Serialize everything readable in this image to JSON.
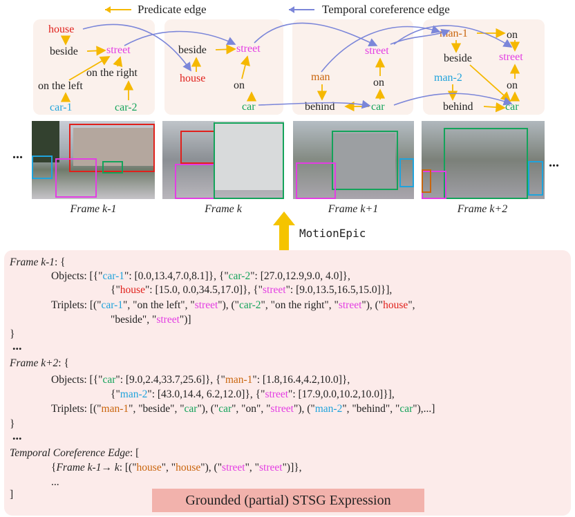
{
  "legend": {
    "predicate": "Predicate edge",
    "temporal": "Temporal coreference edge"
  },
  "colors": {
    "predicate_edge": "#f5b800",
    "temporal_edge": "#7b86d9",
    "panel_bg": "#fbf1ec",
    "bottom_bg": "#fcebea",
    "caption_bg": "#f2b2ac"
  },
  "graphs": {
    "k_minus_1": {
      "house": "house",
      "beside": "beside",
      "street": "street",
      "on_the_right": "on the right",
      "on_the_left": "on the left",
      "car1": "car-1",
      "car2": "car-2"
    },
    "k": {
      "beside": "beside",
      "street": "street",
      "house": "house",
      "on": "on",
      "car": "car"
    },
    "k_plus_1": {
      "street": "street",
      "man": "man",
      "on": "on",
      "behind": "behind",
      "car": "car"
    },
    "k_plus_2": {
      "man1": "man-1",
      "on_top": "on",
      "beside": "beside",
      "street": "street",
      "man2": "man-2",
      "on": "on",
      "behind": "behind",
      "car": "car"
    }
  },
  "frames": {
    "captions": [
      "Frame k-1",
      "Frame k",
      "Frame k+1",
      "Frame k+2"
    ],
    "ellipsis": "..."
  },
  "arrow_label": "MotionEpic",
  "expression": {
    "f1_head": "Frame k-1",
    "f1_open": ": {",
    "objects_label": "Objects: ",
    "triplets_label": "Triplets: ",
    "f1_obj_line1": [
      [
        "[{\"",
        ""
      ],
      [
        "car-1",
        "blue"
      ],
      [
        "\": [0.0,13.4,7.0,8.1]}, {\"",
        ""
      ],
      [
        "car-2",
        "green"
      ],
      [
        "\": [27.0,12.9,9.0, 4.0]},",
        ""
      ]
    ],
    "f1_obj_line2": [
      [
        "{\"",
        ""
      ],
      [
        "house",
        "red"
      ],
      [
        "\": [15.0, 0.0,34.5,17.0]}, {\"",
        ""
      ],
      [
        "street",
        "pink"
      ],
      [
        "\": [9.0,13.5,16.5,15.0]}],",
        ""
      ]
    ],
    "f1_trip_line1": [
      [
        "[(\"",
        ""
      ],
      [
        "car-1",
        "blue"
      ],
      [
        "\", \"on the left\", \"",
        ""
      ],
      [
        "street",
        "pink"
      ],
      [
        "\"), (\"",
        ""
      ],
      [
        "car-2",
        "green"
      ],
      [
        "\", \"on the right\", \"",
        ""
      ],
      [
        "street",
        "pink"
      ],
      [
        "\"), (\"",
        ""
      ],
      [
        "house",
        "red"
      ],
      [
        "\",",
        ""
      ]
    ],
    "f1_trip_line2": [
      [
        "\"beside\", \"",
        ""
      ],
      [
        "street",
        "pink"
      ],
      [
        "\")]",
        ""
      ]
    ],
    "close_brace": "}",
    "dots": "...",
    "f2_head": "Frame k+2",
    "f2_open": ": {",
    "f2_obj_line1": [
      [
        "[{\"",
        ""
      ],
      [
        "car",
        "green"
      ],
      [
        "\": [9.0,2.4,33.7,25.6]}, {\"",
        ""
      ],
      [
        "man-1",
        "orange"
      ],
      [
        "\": [1.8,16.4,4.2,10.0]},",
        ""
      ]
    ],
    "f2_obj_line2": [
      [
        "{\"",
        ""
      ],
      [
        "man-2",
        "blue"
      ],
      [
        "\": [43.0,14.4, 6.2,12.0]}, {\"",
        ""
      ],
      [
        "street",
        "pink"
      ],
      [
        "\": [17.9,0.0,10.2,10.0]}],",
        ""
      ]
    ],
    "f2_trip_line1": [
      [
        "[(\"",
        ""
      ],
      [
        "man-1",
        "orange"
      ],
      [
        "\", \"beside\", \"",
        ""
      ],
      [
        "car",
        "green"
      ],
      [
        "\"), (\"",
        ""
      ],
      [
        "car",
        "green"
      ],
      [
        "\", \"on\", \"",
        ""
      ],
      [
        "street",
        "pink"
      ],
      [
        "\"), (\"",
        ""
      ],
      [
        "man-2",
        "blue"
      ],
      [
        "\", \"behind\", \"",
        ""
      ],
      [
        "car",
        "green"
      ],
      [
        "\"),...]",
        ""
      ]
    ],
    "tce_head": "Temporal Coreference Edge",
    "tce_open": ": [",
    "tce_line": [
      [
        "{",
        ""
      ],
      [
        "Frame k-1→ k",
        "ital"
      ],
      [
        ": [(\"",
        ""
      ],
      [
        "house",
        "orange"
      ],
      [
        "\", \"",
        ""
      ],
      [
        "house",
        "orange"
      ],
      [
        "\"), (\"",
        ""
      ],
      [
        "street",
        "pink"
      ],
      [
        "\", \"",
        ""
      ],
      [
        "street",
        "pink"
      ],
      [
        "\")]},",
        ""
      ]
    ],
    "tce_dots": "...",
    "close_bracket": "]",
    "caption": "Grounded (partial) STSG Expression"
  }
}
